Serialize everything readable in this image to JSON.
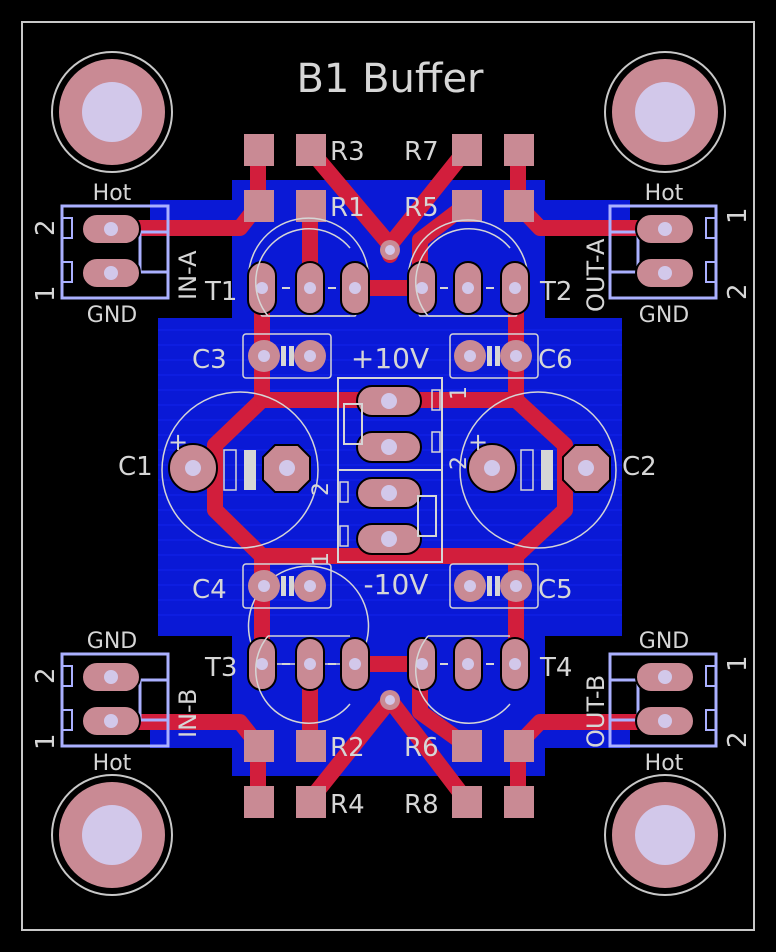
{
  "board": {
    "title": "B1 Buffer"
  },
  "colors": {
    "background": "#000000",
    "copper_bottom": "#0a19d6",
    "copper_top": "#d21e3c",
    "pad": "#c98a94",
    "pad_drill": "#d2c8ea",
    "silkscreen": "#d6d6d6",
    "outline": "#c8c8c8"
  },
  "resistors": {
    "r1": "R1",
    "r2": "R2",
    "r3": "R3",
    "r4": "R4",
    "r5": "R5",
    "r6": "R6",
    "r7": "R7",
    "r8": "R8"
  },
  "transistors": {
    "t1": "T1",
    "t2": "T2",
    "t3": "T3",
    "t4": "T4"
  },
  "capacitors": {
    "c1": "C1",
    "c2": "C2",
    "c3": "C3",
    "c4": "C4",
    "c5": "C5",
    "c6": "C6"
  },
  "power": {
    "pos": "+10V",
    "neg": "-10V",
    "pin1": "1",
    "pin2": "2"
  },
  "connectors": {
    "in_a": {
      "label": "IN-A",
      "top": "Hot",
      "bottom": "GND",
      "pin_top": "2",
      "pin_bottom": "1"
    },
    "in_b": {
      "label": "IN-B",
      "top": "GND",
      "bottom": "Hot",
      "pin_top": "2",
      "pin_bottom": "1"
    },
    "out_a": {
      "label": "OUT-A",
      "top": "Hot",
      "bottom": "GND",
      "pin_top": "1",
      "pin_bottom": "2"
    },
    "out_b": {
      "label": "OUT-B",
      "top": "GND",
      "bottom": "Hot",
      "pin_top": "1",
      "pin_bottom": "2"
    }
  },
  "polarity": {
    "plus": "+"
  },
  "pinmarks": {
    "two": "2",
    "one": "1"
  }
}
